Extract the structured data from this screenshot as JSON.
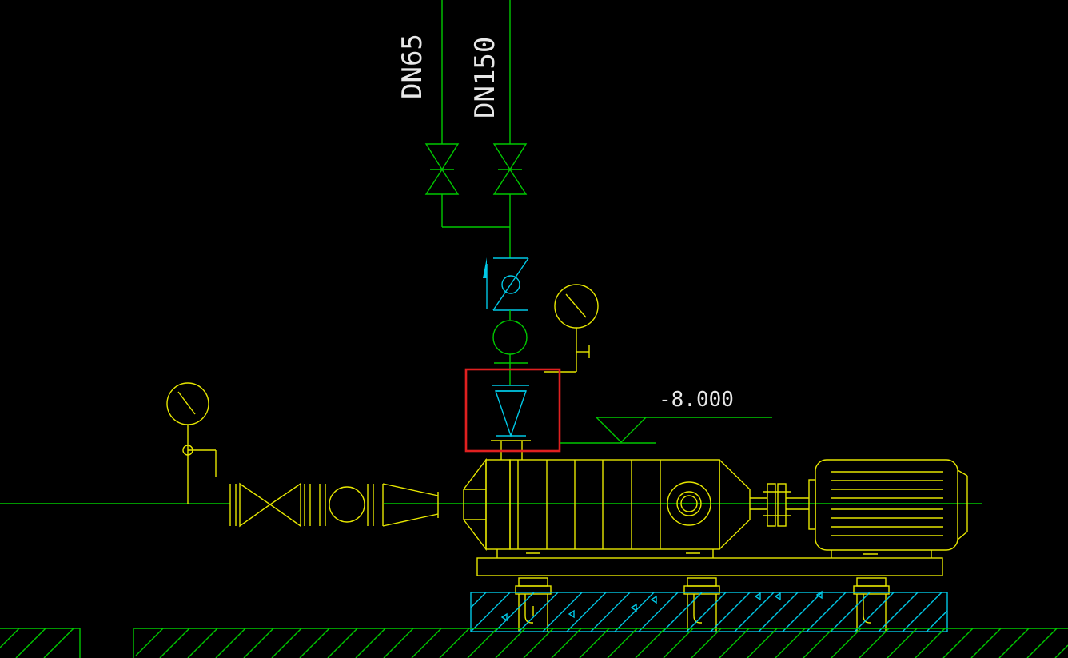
{
  "drawing": {
    "labels": {
      "pipe_left": "DN65",
      "pipe_right": "DN150",
      "elevation": "-8.000"
    },
    "colors": {
      "background": "#000000",
      "pipe": "#00c800",
      "equipment": "#e6e600",
      "valve_cyan": "#00c8e6",
      "text": "#e8e8e8",
      "highlight": "#e02020"
    }
  }
}
